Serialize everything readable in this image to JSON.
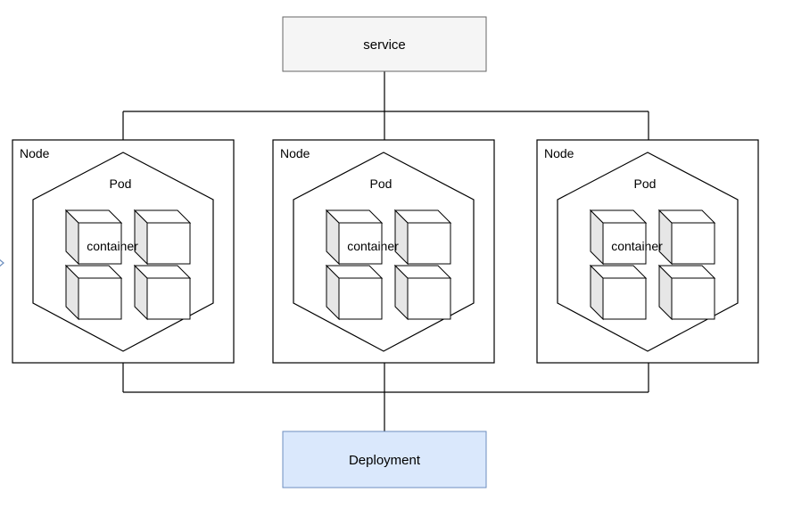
{
  "service": {
    "label": "service"
  },
  "deployment": {
    "label": "Deployment"
  },
  "nodes": [
    {
      "label": "Node",
      "pod": {
        "label": "Pod",
        "container_label": "container"
      }
    },
    {
      "label": "Node",
      "pod": {
        "label": "Pod",
        "container_label": "container"
      }
    },
    {
      "label": "Node",
      "pod": {
        "label": "Pod",
        "container_label": "container"
      }
    }
  ],
  "colors": {
    "service_fill": "#f5f5f5",
    "service_stroke": "#666666",
    "deployment_fill": "#dae8fc",
    "deployment_stroke": "#6c8ebf",
    "line": "#000000",
    "cube_front": "#ffffff",
    "cube_side": "#e6e6e6",
    "side_arrow": "#6c8ebf"
  }
}
